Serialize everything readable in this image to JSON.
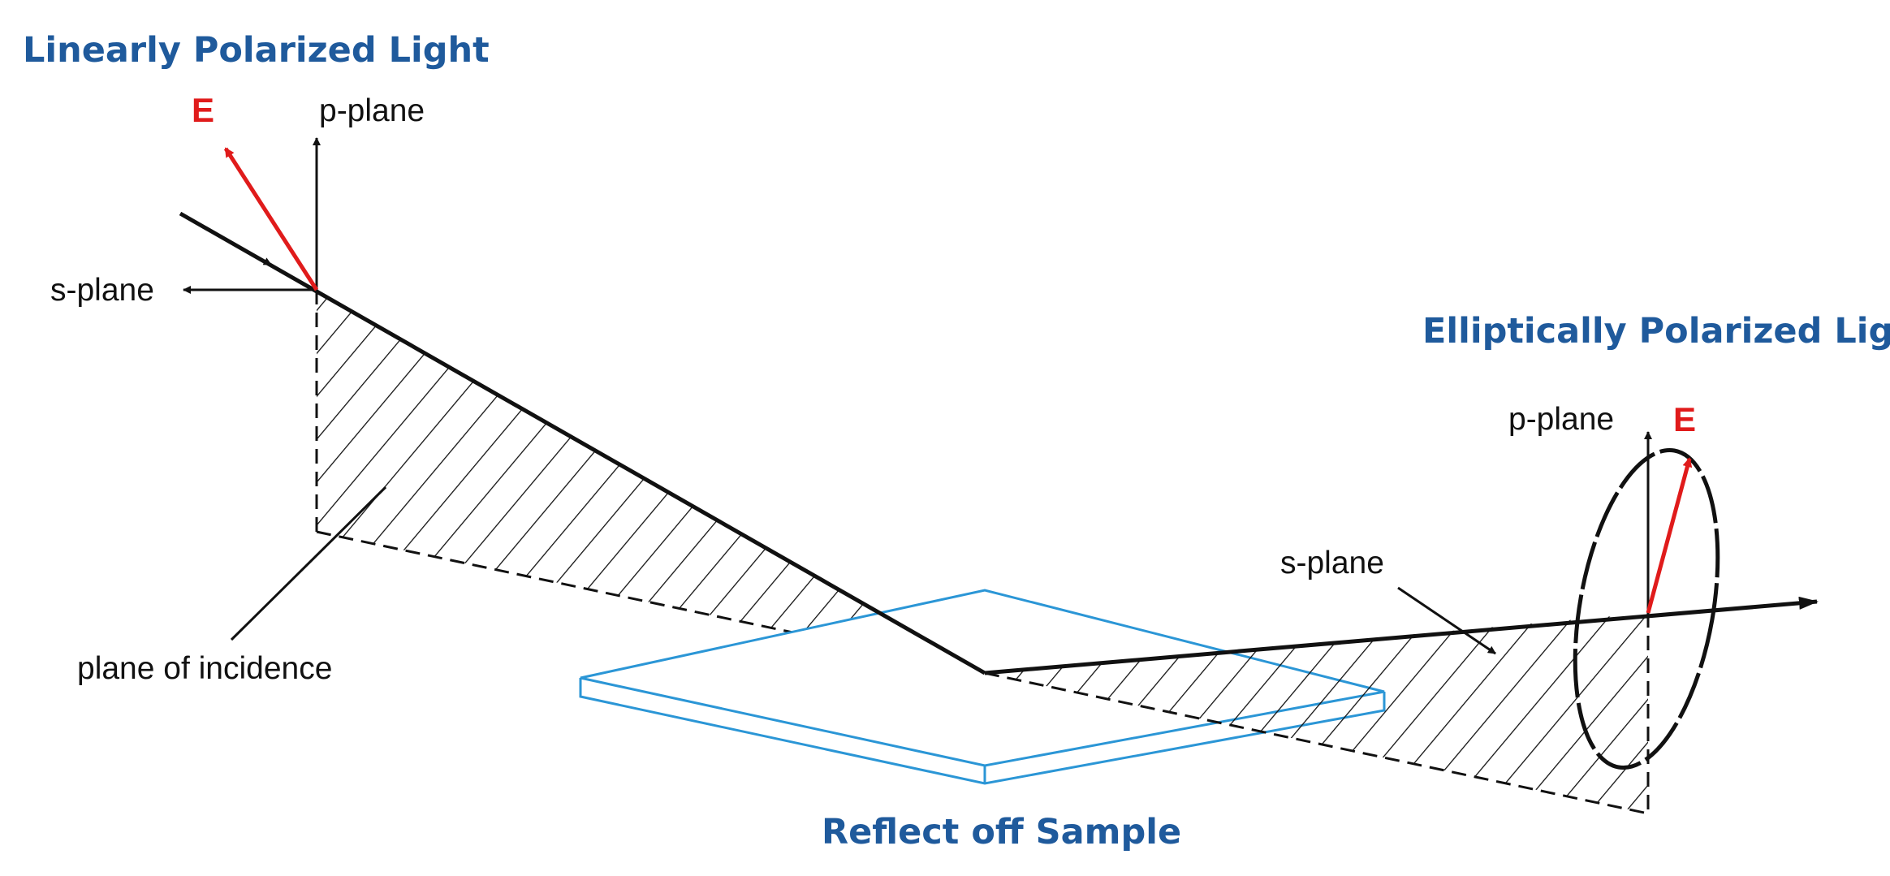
{
  "titles": {
    "linear": "Linearly Polarized Light",
    "elliptical": "Elliptically Polarized Light",
    "sample": "Reflect off Sample"
  },
  "labels": {
    "e_incident": "E",
    "p_plane_incident": "p-plane",
    "s_plane_incident": "s-plane",
    "plane_of_incidence": "plane of incidence",
    "p_plane_reflected": "p-plane",
    "e_reflected": "E",
    "s_plane_reflected": "s-plane"
  },
  "colors": {
    "title": "#1f5a9c",
    "e_vector": "#e01b1b",
    "sample": "#2b96d6",
    "line": "#111111"
  }
}
